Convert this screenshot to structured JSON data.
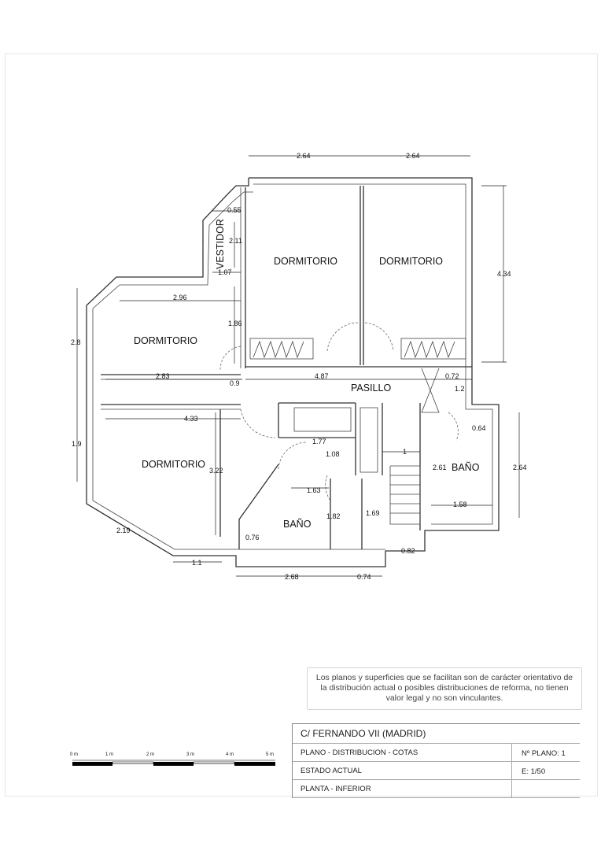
{
  "rooms": {
    "dorm_top_left": "DORMITORIO",
    "dorm_top_right": "DORMITORIO",
    "dorm_mid": "DORMITORIO",
    "dorm_bottom": "DORMITORIO",
    "vestidor": "VESTIDOR",
    "pasillo": "PASILLO",
    "bano_center": "BAÑO",
    "bano_right": "BAÑO"
  },
  "dims": {
    "top_a": "2.64",
    "top_b": "2.64",
    "right_434": "4.34",
    "v055": "0.55",
    "v211": "2.11",
    "v107": "1.07",
    "h296": "2.96",
    "v186": "1.86",
    "left_28": "2.8",
    "h283": "2.83",
    "v09": "0.9",
    "h487": "4.87",
    "h072": "0.72",
    "v12": "1.2",
    "left_19": "1.9",
    "h433": "4.33",
    "v064": "0.64",
    "v177": "1.77",
    "v108": "1.08",
    "h1": "1",
    "v261": "2.61",
    "right_264": "2.64",
    "v322": "3.22",
    "v163": "1.63",
    "v182": "1.82",
    "v169": "1.69",
    "h158": "1.58",
    "v076": "0.76",
    "h219": "2.19",
    "h082": "0.82",
    "h11": "1.1",
    "h268": "2.68",
    "h074": "0.74"
  },
  "note": {
    "line1": "Los planos y superficies que se facilitan son de carácter orientativo de",
    "line2": "la distribución actual o posibles distribuciones de reforma, no tienen",
    "line3": "valor legal y no son vinculantes."
  },
  "title_block": {
    "address": "C/  FERNANDO VII   (MADRID)",
    "plano": "PLANO   -  DISTRIBUCION - COTAS",
    "plano_num": "Nº PLANO:  1",
    "estado": "ESTADO  ACTUAL",
    "escala": "E: 1/50",
    "planta": "PLANTA - INFERIOR"
  },
  "scale_bar": {
    "labels": [
      "0 m",
      "1 m",
      "2 m",
      "3 m",
      "4 m",
      "5 m"
    ]
  }
}
